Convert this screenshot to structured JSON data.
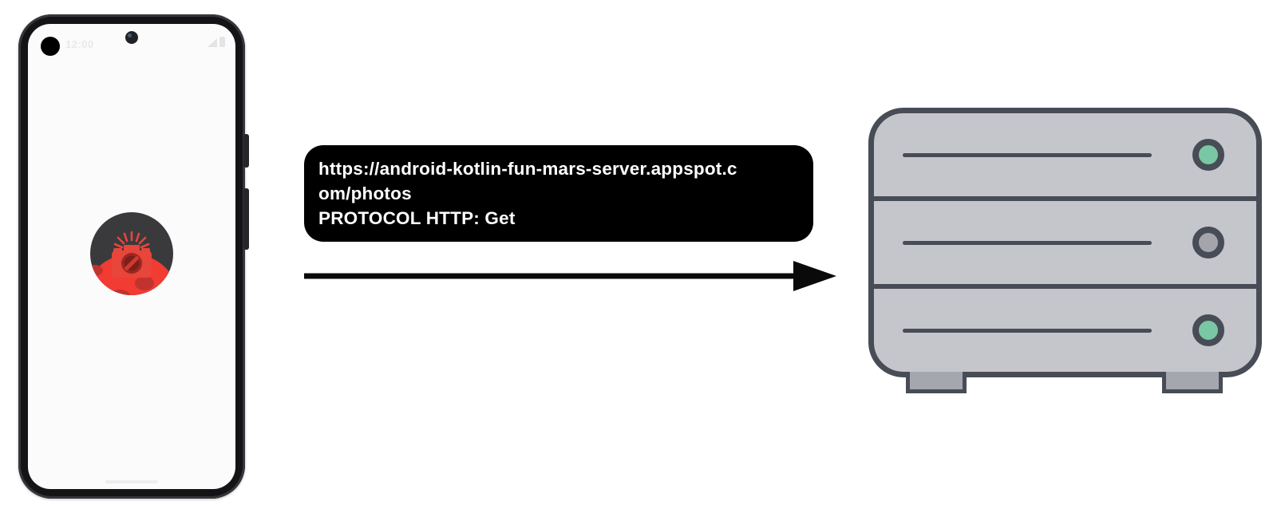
{
  "colors": {
    "background": "#ffffff",
    "phone_body": "#141417",
    "phone_screen": "#fbfbfc",
    "request_box_bg": "#000000",
    "request_box_text": "#ffffff",
    "arrow": "#0a0a0a",
    "server_body": "#c5c6cb",
    "server_outline": "#474c56",
    "server_foot": "#a5a7ae",
    "led_green": "#79c7a4",
    "led_gray": "#a3a4ac",
    "icon_dark": "#3a3a3c",
    "icon_red": "#f23b33",
    "icon_red_deep": "#c2332d",
    "camera_red": "#e8453b"
  },
  "phone": {
    "time": "12:00",
    "app_icon": "mars-camera-icon"
  },
  "request": {
    "url_full": "https://android-kotlin-fun-mars-server.appspot.com/photos",
    "line1": "https://android-kotlin-fun-mars-server.appspot.c",
    "line2": "om/photos",
    "line3": "PROTOCOL HTTP: Get"
  },
  "server": {
    "rack_rows": 3,
    "leds": [
      "green",
      "gray",
      "green"
    ]
  },
  "icons": {
    "mars-camera-icon": "red camera with flash rays over red Mars planet in dark circle",
    "camera-punch-hole-icon": "front camera dot",
    "signal-icon": "triangle signal glyph",
    "battery-icon": "battery glyph",
    "arrow-right-icon": "long right-pointing arrow",
    "status-led": "round indicator light on server slot"
  }
}
